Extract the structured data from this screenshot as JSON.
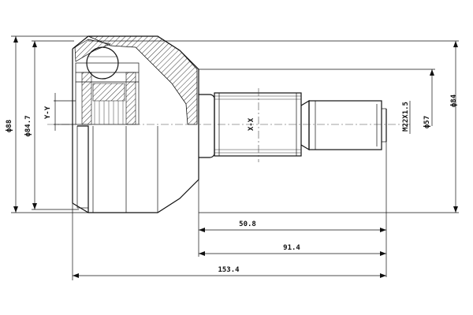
{
  "labels": {
    "phi88": "ϕ88",
    "phi84_7": "ϕ84.7",
    "y_y": "Y-Y",
    "x_x": "X-X",
    "m22": "M22X1.5",
    "phi57": "ϕ57",
    "phi84": "ϕ84",
    "d50_8": "50.8",
    "d91_4": "91.4",
    "d153_4": "153.4"
  }
}
